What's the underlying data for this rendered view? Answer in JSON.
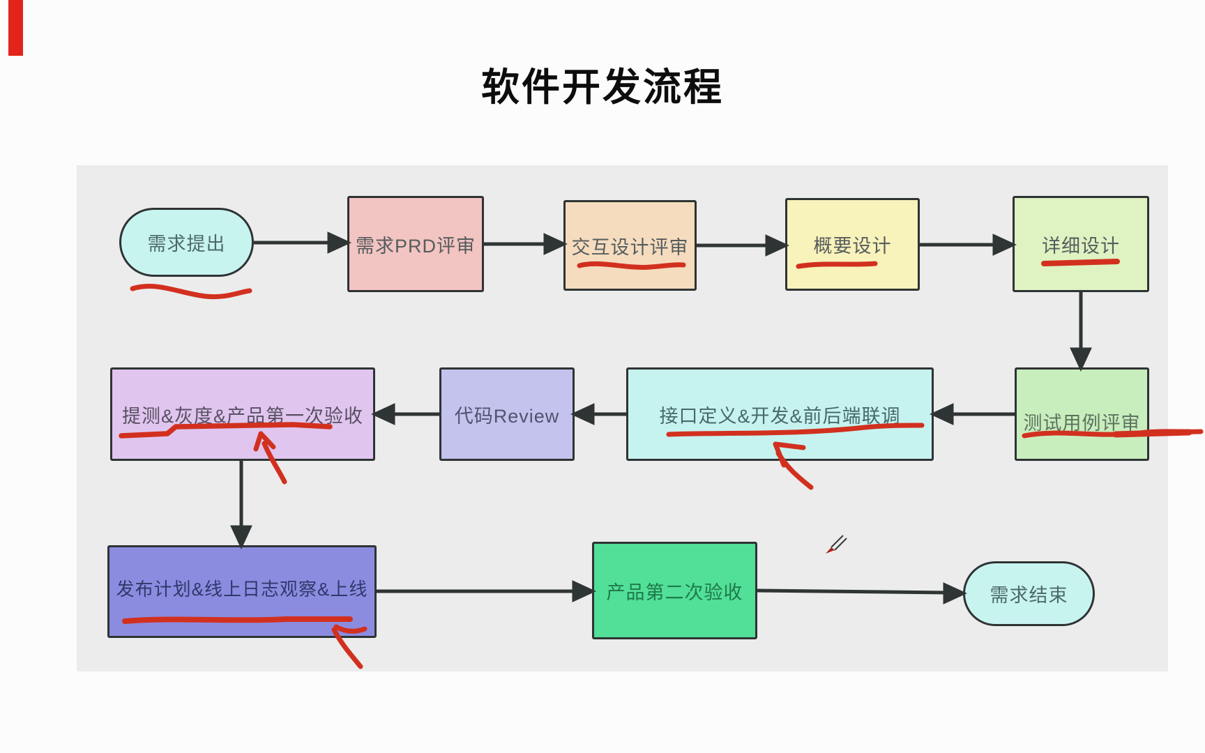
{
  "title": "软件开发流程",
  "nodes": [
    {
      "id": "start",
      "label": "需求提出",
      "shape": "terminator",
      "fill": "#c8f4f0",
      "text_color": "#4d6b66"
    },
    {
      "id": "prd-review",
      "label": "需求PRD评审",
      "shape": "process",
      "fill": "#f2c4c2",
      "text_color": "#565c5c"
    },
    {
      "id": "interaction-design-review",
      "label": "交互设计评审",
      "shape": "process",
      "fill": "#f5dcbf",
      "text_color": "#565c5c"
    },
    {
      "id": "outline-design",
      "label": "概要设计",
      "shape": "process",
      "fill": "#f8f2bb",
      "text_color": "#565c5c"
    },
    {
      "id": "detail-design",
      "label": "详细设计",
      "shape": "process",
      "fill": "#def2c2",
      "text_color": "#565c5c"
    },
    {
      "id": "test-case-review",
      "label": "测试用例评审",
      "shape": "process",
      "fill": "#c9eebd",
      "text_color": "#5c7360"
    },
    {
      "id": "api-dev-joint-debug",
      "label": "接口定义&开发&前后端联调",
      "shape": "process",
      "fill": "#c6f3ef",
      "text_color": "#47686a"
    },
    {
      "id": "code-review",
      "label": "代码Review",
      "shape": "process",
      "fill": "#c3c3ee",
      "text_color": "#50536e"
    },
    {
      "id": "staging-acceptance",
      "label": "提测&灰度&产品第一次验收",
      "shape": "process",
      "fill": "#e0c6ee",
      "text_color": "#584f63"
    },
    {
      "id": "release-launch",
      "label": "发布计划&线上日志观察&上线",
      "shape": "process",
      "fill": "#8b8ce0",
      "text_color": "#30386b"
    },
    {
      "id": "second-acceptance",
      "label": "产品第二次验收",
      "shape": "process",
      "fill": "#52df97",
      "text_color": "#1e7a4b"
    },
    {
      "id": "end",
      "label": "需求结束",
      "shape": "terminator",
      "fill": "#c8f4f0",
      "text_color": "#4d6b66"
    }
  ],
  "edges": [
    {
      "from": "start",
      "to": "prd-review"
    },
    {
      "from": "prd-review",
      "to": "interaction-design-review"
    },
    {
      "from": "interaction-design-review",
      "to": "outline-design"
    },
    {
      "from": "outline-design",
      "to": "detail-design"
    },
    {
      "from": "detail-design",
      "to": "test-case-review"
    },
    {
      "from": "test-case-review",
      "to": "api-dev-joint-debug"
    },
    {
      "from": "api-dev-joint-debug",
      "to": "code-review"
    },
    {
      "from": "code-review",
      "to": "staging-acceptance"
    },
    {
      "from": "staging-acceptance",
      "to": "release-launch"
    },
    {
      "from": "release-launch",
      "to": "second-acceptance"
    },
    {
      "from": "second-acceptance",
      "to": "end"
    }
  ],
  "annotations": {
    "marker_color": "#d2301f",
    "items": [
      {
        "type": "underline",
        "target": "start"
      },
      {
        "type": "underline",
        "target": "interaction-design-review"
      },
      {
        "type": "underline",
        "target": "outline-design"
      },
      {
        "type": "underline",
        "target": "detail-design"
      },
      {
        "type": "underline",
        "target": "test-case-review"
      },
      {
        "type": "underline-and-arrow",
        "target": "api-dev-joint-debug"
      },
      {
        "type": "underline-and-arrow",
        "target": "staging-acceptance"
      },
      {
        "type": "underline-and-arrow",
        "target": "release-launch"
      }
    ]
  },
  "cursor": {
    "type": "pencil"
  },
  "colors": {
    "background": "#fcfcfc",
    "panel": "#ececec",
    "node_border": "#2e3333",
    "arrow": "#2f3434",
    "marker": "#d2301f",
    "corner_bar": "#e3241b"
  }
}
